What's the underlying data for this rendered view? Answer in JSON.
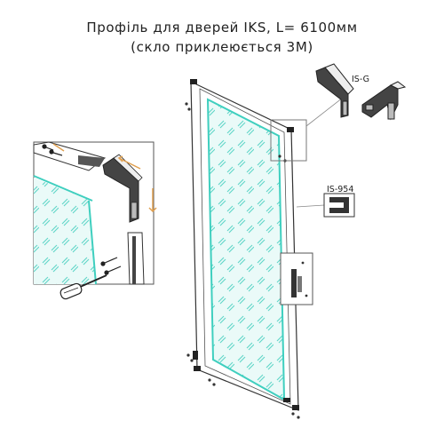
{
  "title": {
    "line1": "Профіль для дверей IKS, L= 6100мм",
    "line2": "(скло приклеюється 3M)"
  },
  "labels": {
    "corner_profile": "IS-G",
    "door_profile": "IS-954"
  },
  "colors": {
    "glass": "#3fcfbf",
    "glass_fill": "#eafaf8",
    "line": "#333333",
    "arrow": "#e0a050"
  },
  "icons": [
    "screwdriver-icon",
    "screw-icon",
    "arrow-icon"
  ]
}
